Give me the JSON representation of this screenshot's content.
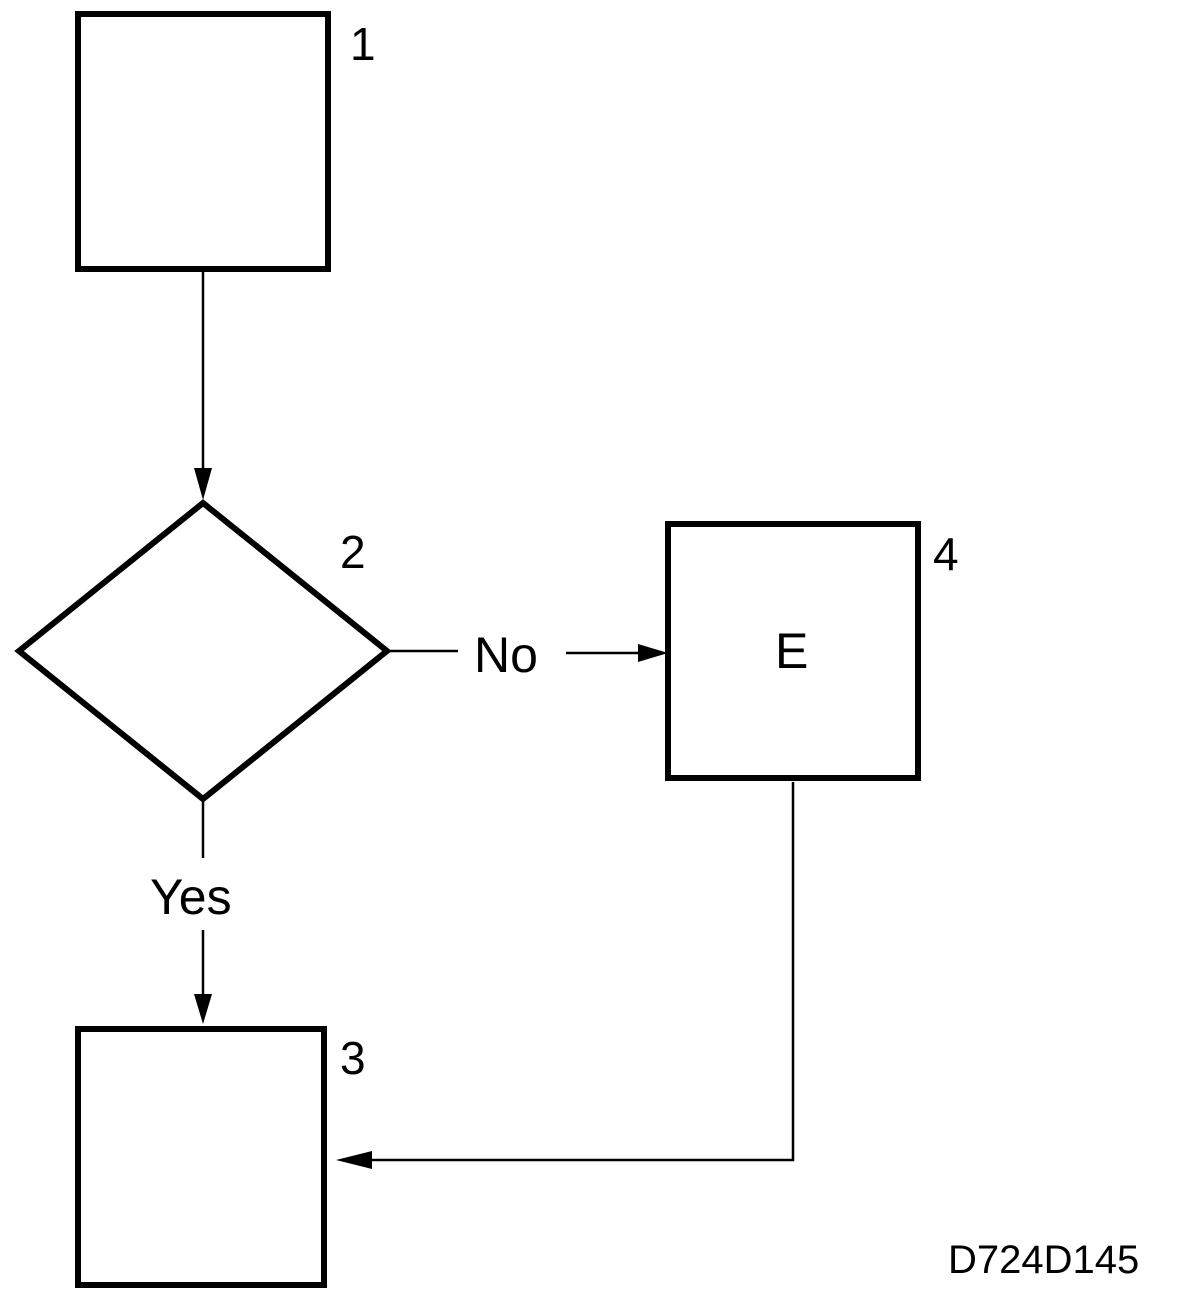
{
  "nodes": {
    "box1": {
      "number": "1"
    },
    "decision2": {
      "number": "2"
    },
    "box3": {
      "number": "3"
    },
    "box4": {
      "number": "4",
      "text": "E"
    }
  },
  "edges": {
    "yes_label": "Yes",
    "no_label": "No"
  },
  "figure_code": "D724D145"
}
